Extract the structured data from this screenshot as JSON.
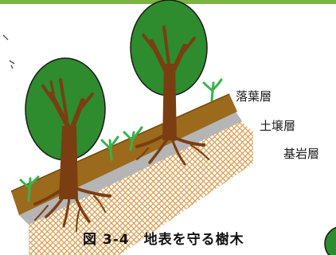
{
  "labels": {
    "litter_layer": "落葉層",
    "soil_layer": "土壌層",
    "bedrock_layer": "基岩層"
  },
  "caption": "図 3-4　地表を守る樹木",
  "colors": {
    "top_border": "#7cb342",
    "crown": "#2e8b2e",
    "trunk": "#7a3e12",
    "litter": "#9c6a1c",
    "soil": "#a9a9a9",
    "bedrock": "#d9a05b",
    "grass": "#37b24d"
  }
}
